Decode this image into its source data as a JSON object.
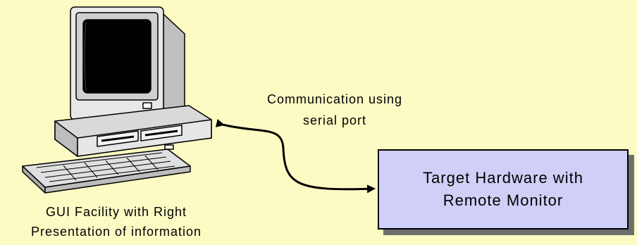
{
  "communication": {
    "line1": "Communication using",
    "line2": "serial port"
  },
  "gui_facility": {
    "line1": "GUI Facility with Right",
    "line2": "Presentation of information"
  },
  "target_hardware": {
    "line1": "Target Hardware with",
    "line2": "Remote Monitor"
  },
  "colors": {
    "background": "#fdfbc4",
    "target_box_fill": "#cfcff7",
    "shadow": "#6e6e6e"
  },
  "icons": {
    "computer": "desktop-computer-icon"
  }
}
